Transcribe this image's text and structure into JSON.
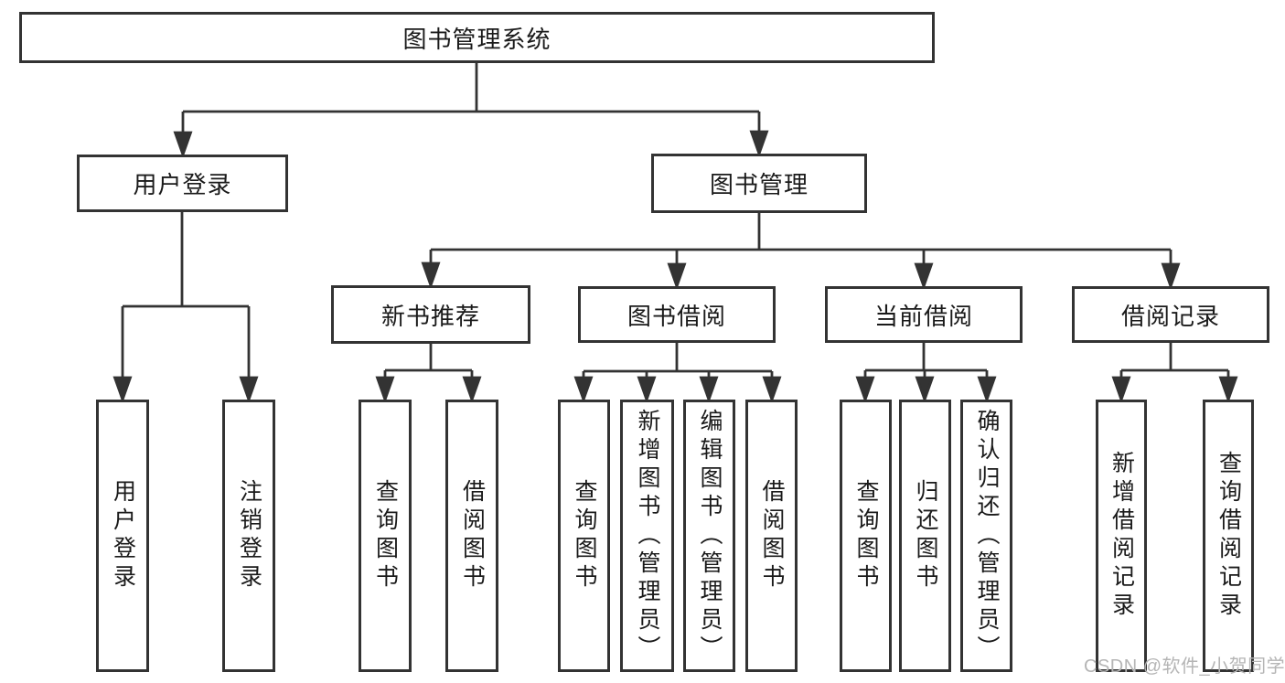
{
  "tree": {
    "root": {
      "label": "图书管理系统",
      "children": [
        {
          "label": "用户登录",
          "children": [
            {
              "label": "用户登录"
            },
            {
              "label": "注销登录"
            }
          ]
        },
        {
          "label": "图书管理",
          "children": [
            {
              "label": "新书推荐",
              "children": [
                {
                  "label": "查询图书"
                },
                {
                  "label": "借阅图书"
                }
              ]
            },
            {
              "label": "图书借阅",
              "children": [
                {
                  "label": "查询图书"
                },
                {
                  "label": "新增图书（管理员）"
                },
                {
                  "label": "编辑图书（管理员）"
                },
                {
                  "label": "借阅图书"
                }
              ]
            },
            {
              "label": "当前借阅",
              "children": [
                {
                  "label": "查询图书"
                },
                {
                  "label": "归还图书"
                },
                {
                  "label": "确认归还（管理员）"
                }
              ]
            },
            {
              "label": "借阅记录",
              "children": [
                {
                  "label": "新增借阅记录"
                },
                {
                  "label": "查询借阅记录"
                }
              ]
            }
          ]
        }
      ]
    }
  },
  "watermark": {
    "text": "CSDN @软件_小贺同学"
  },
  "colors": {
    "box_border": "#333333",
    "connector_line": "#333333",
    "text": "#1a1a1a",
    "background": "#ffffff",
    "watermark_text": "#b5b5b5"
  }
}
